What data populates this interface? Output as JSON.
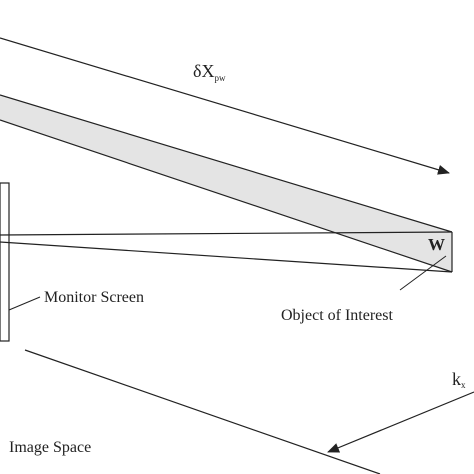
{
  "labels": {
    "delta_x": {
      "symbol": "δX",
      "subscript": "pw"
    },
    "k_x": {
      "symbol": "k",
      "subscript": "x"
    },
    "w_point": "W",
    "monitor_screen": "Monitor Screen",
    "object_of_interest": "Object of Interest",
    "image_space": "Image Space"
  },
  "colors": {
    "line": "#222222",
    "band_fill": "#e4e4e4",
    "background": "#ffffff"
  }
}
